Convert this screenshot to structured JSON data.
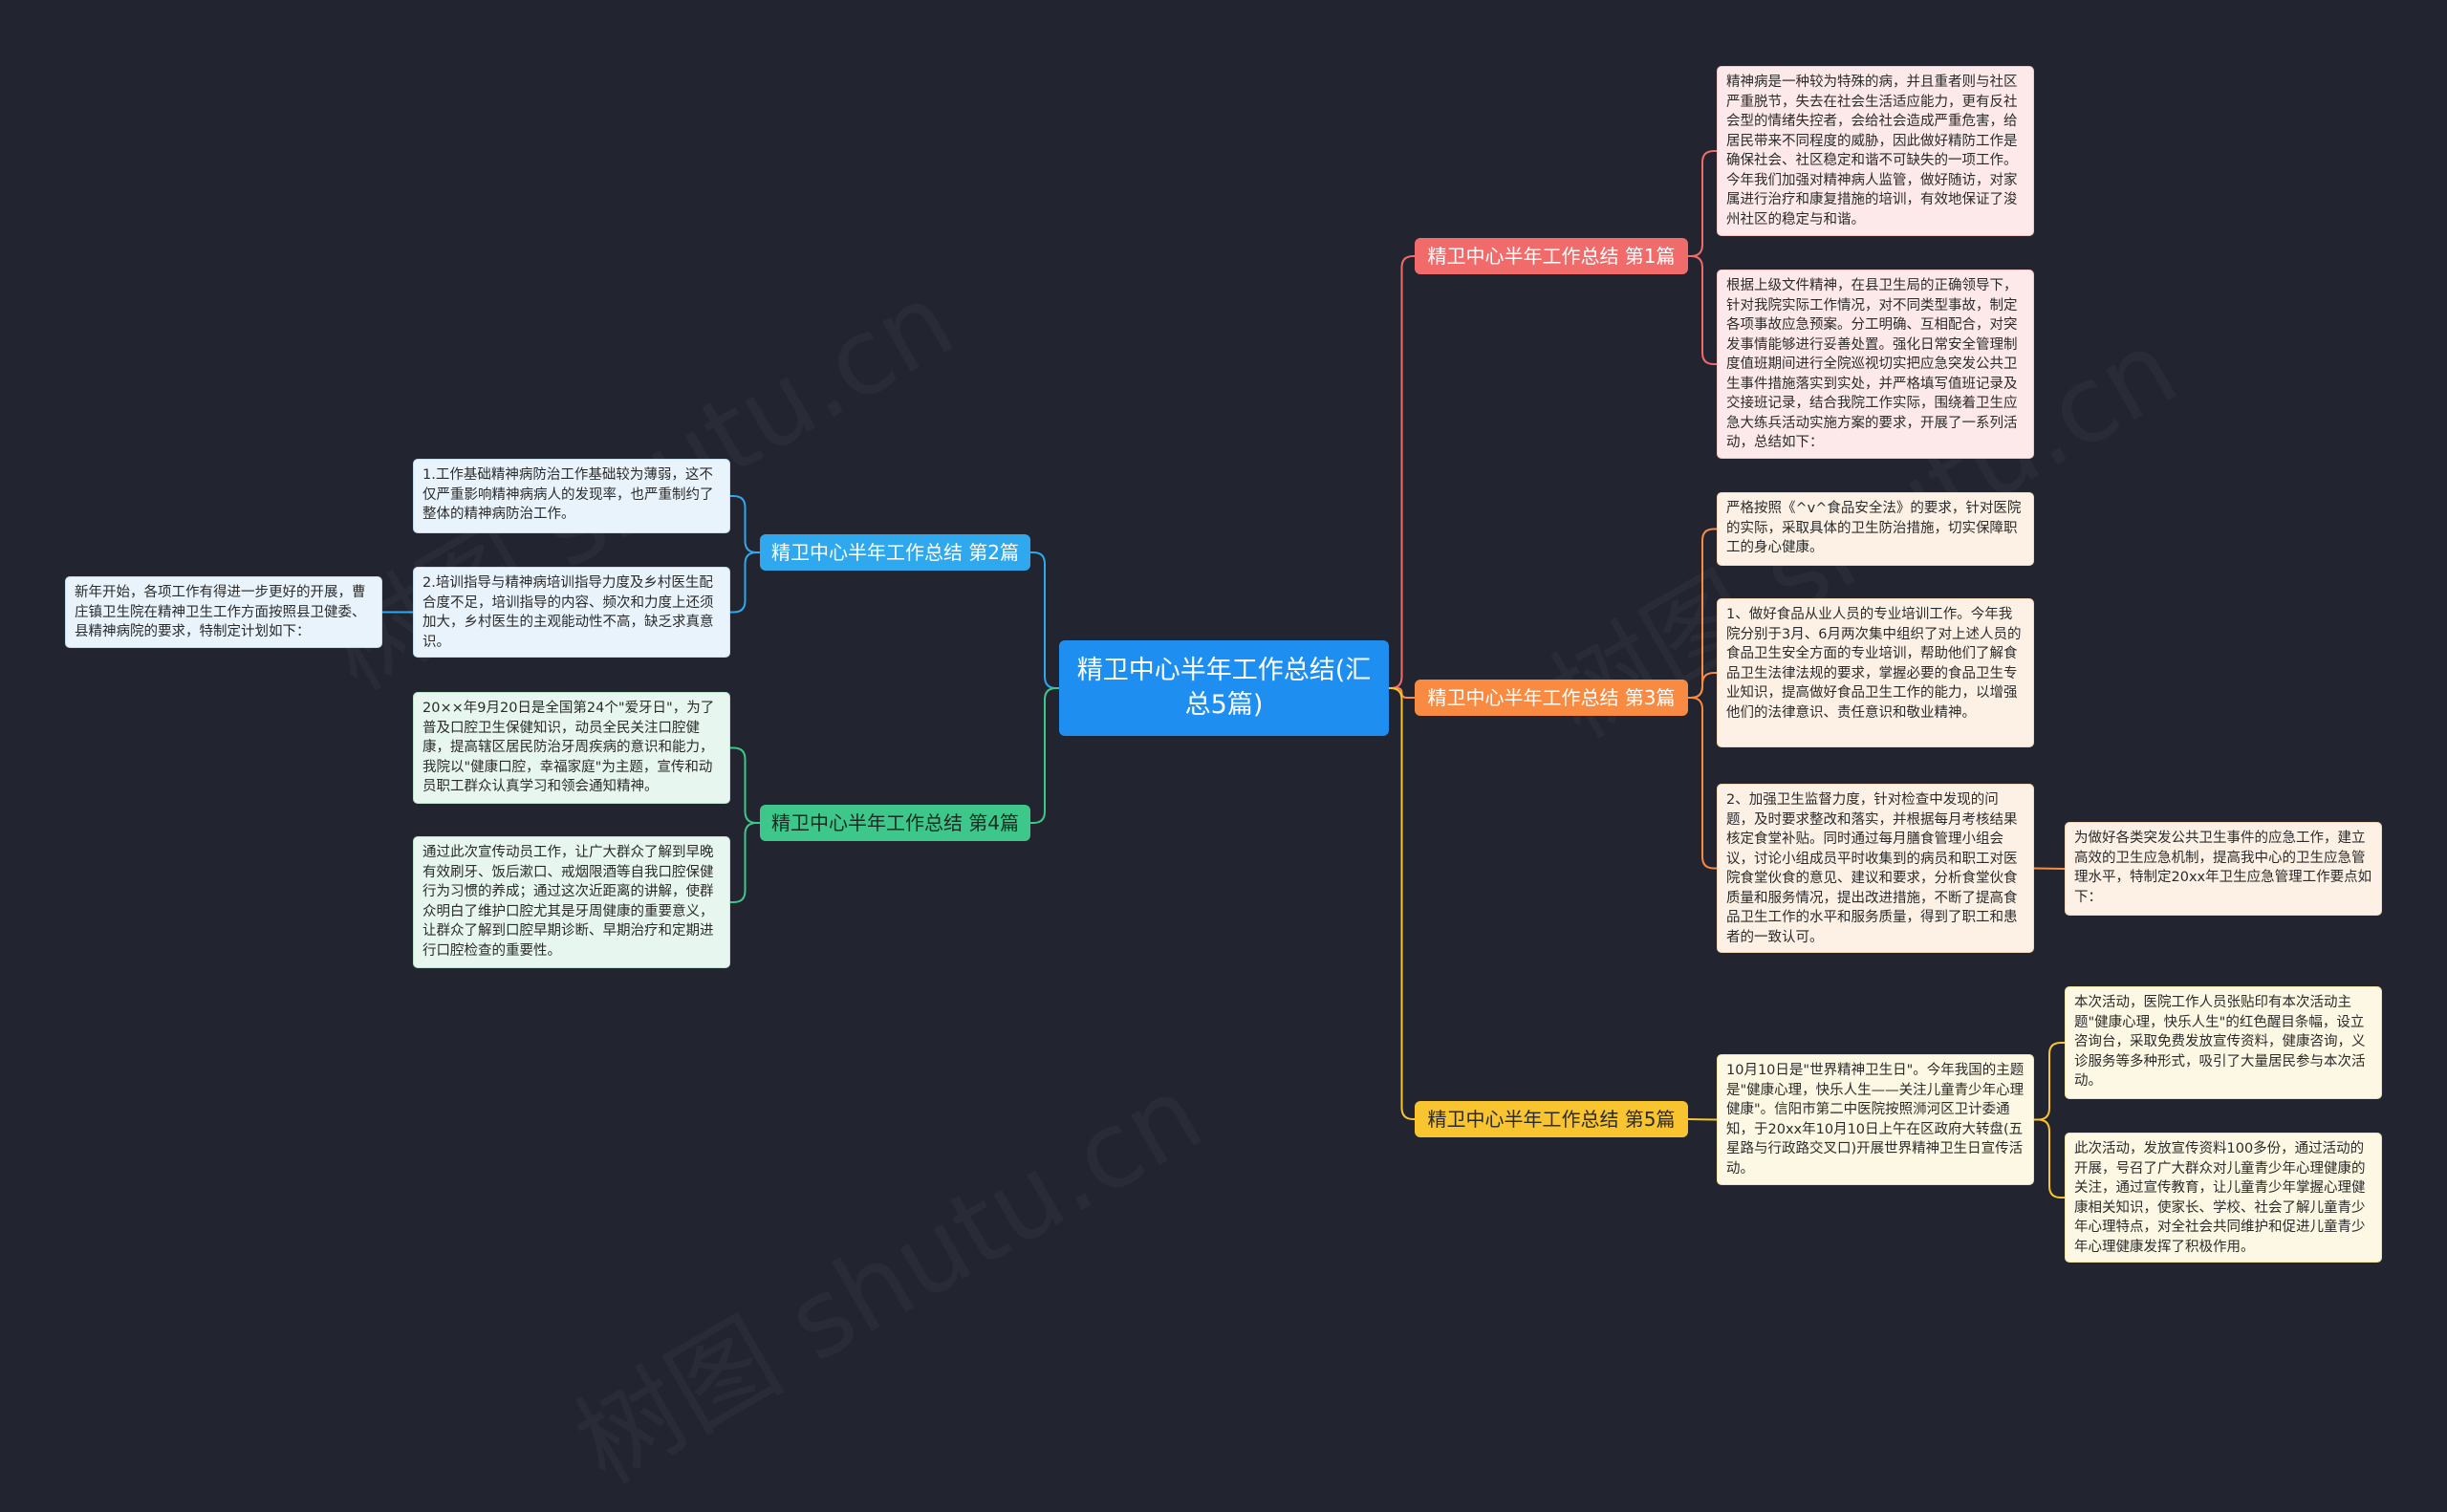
{
  "colors": {
    "background": "#22252f",
    "root": "#1e8ff0",
    "branch1": "#f26b6b",
    "branch2": "#2fa8ee",
    "branch3": "#f98a42",
    "branch4": "#3ec78a",
    "branch5": "#f8c531"
  },
  "mindmap": {
    "root": "精卫中心半年工作总结(汇总5篇)",
    "branches": [
      {
        "label": "精卫中心半年工作总结 第1篇",
        "children": [
          "精神病是一种较为特殊的病，并且重者则与社区严重脱节，失去在社会生活适应能力，更有反社会型的情绪失控者，会给社会造成严重危害，给居民带来不同程度的威胁，因此做好精防工作是确保社会、社区稳定和谐不可缺失的一项工作。今年我们加强对精神病人监管，做好随访，对家属进行治疗和康复措施的培训，有效地保证了浚州社区的稳定与和谐。",
          "根据上级文件精神，在县卫生局的正确领导下，针对我院实际工作情况，对不同类型事故，制定各项事故应急预案。分工明确、互相配合，对突发事情能够进行妥善处置。强化日常安全管理制度值班期间进行全院巡视切实把应急突发公共卫生事件措施落实到实处，并严格填写值班记录及交接班记录，结合我院工作实际，围绕着卫生应急大练兵活动实施方案的要求，开展了一系列活动，总结如下："
        ]
      },
      {
        "label": "精卫中心半年工作总结 第2篇",
        "children": [
          "1.工作基础精神病防治工作基础较为薄弱，这不仅严重影响精神病病人的发现率，也严重制约了整体的精神病防治工作。",
          "2.培训指导与精神病培训指导力度及乡村医生配合度不足，培训指导的内容、频次和力度上还须加大，乡村医生的主观能动性不高，缺乏求真意识。"
        ],
        "extra": "新年开始，各项工作有得进一步更好的开展，曹庄镇卫生院在精神卫生工作方面按照县卫健委、县精神病院的要求，特制定计划如下："
      },
      {
        "label": "精卫中心半年工作总结 第3篇",
        "children": [
          "严格按照《^v^食品安全法》的要求，针对医院的实际，采取具体的卫生防治措施，切实保障职工的身心健康。",
          "1、做好食品从业人员的专业培训工作。今年我院分别于3月、6月两次集中组织了对上述人员的食品卫生安全方面的专业培训，帮助他们了解食品卫生法律法规的要求，掌握必要的食品卫生专业知识，提高做好食品卫生工作的能力，以增强他们的法律意识、责任意识和敬业精神。",
          "2、加强卫生监督力度，针对检查中发现的问题，及时要求整改和落实，并根据每月考核结果核定食堂补贴。同时通过每月膳食管理小组会议，讨论小组成员平时收集到的病员和职工对医院食堂伙食的意见、建议和要求，分析食堂伙食质量和服务情况，提出改进措施，不断了提高食品卫生工作的水平和服务质量，得到了职工和患者的一致认可。"
        ],
        "extra": "为做好各类突发公共卫生事件的应急工作，建立高效的卫生应急机制，提高我中心的卫生应急管理水平，特制定20xx年卫生应急管理工作要点如下："
      },
      {
        "label": "精卫中心半年工作总结 第4篇",
        "children": [
          "20××年9月20日是全国第24个\"爱牙日\"，为了普及口腔卫生保健知识，动员全民关注口腔健康，提高辖区居民防治牙周疾病的意识和能力，我院以\"健康口腔，幸福家庭\"为主题，宣传和动员职工群众认真学习和领会通知精神。",
          "通过此次宣传动员工作，让广大群众了解到早晚有效刷牙、饭后漱口、戒烟限酒等自我口腔保健行为习惯的养成；通过这次近距离的讲解，使群众明白了维护口腔尤其是牙周健康的重要意义，让群众了解到口腔早期诊断、早期治疗和定期进行口腔检查的重要性。"
        ]
      },
      {
        "label": "精卫中心半年工作总结 第5篇",
        "children": [
          "10月10日是\"世界精神卫生日\"。今年我国的主题是\"健康心理，快乐人生——关注儿童青少年心理健康\"。信阳市第二中医院按照浉河区卫计委通知，于20xx年10月10日上午在区政府大转盘(五星路与行政路交叉口)开展世界精神卫生日宣传活动。"
        ],
        "sub": [
          "本次活动，医院工作人员张贴印有本次活动主题\"健康心理，快乐人生\"的红色醒目条幅，设立咨询台，采取免费发放宣传资料，健康咨询，义诊服务等多种形式，吸引了大量居民参与本次活动。",
          "此次活动，发放宣传资料100多份，通过活动的开展，号召了广大群众对儿童青少年心理健康的关注，通过宣传教育，让儿童青少年掌握心理健康相关知识，使家长、学校、社会了解儿童青少年心理特点，对全社会共同维护和促进儿童青少年心理健康发挥了积极作用。"
        ]
      }
    ],
    "watermark": "树图 shutu.cn"
  }
}
